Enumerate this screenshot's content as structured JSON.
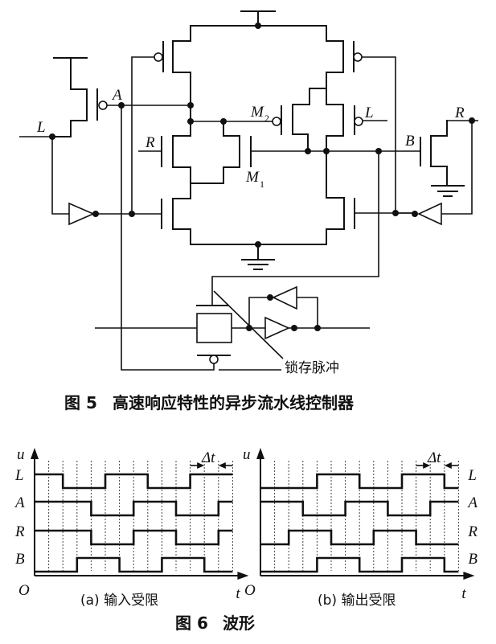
{
  "figure5": {
    "caption_number": "图 5",
    "caption_title": "高速响应特性的异步流水线控制器",
    "node_labels": {
      "L_in": "L",
      "A": "A",
      "R_gate": "R",
      "M2": "M",
      "M2_sub": "2",
      "L_gate": "L",
      "M1": "M",
      "M1_sub": "1",
      "B": "B",
      "R_in": "R"
    },
    "latch_label": "锁存脉冲",
    "components": [
      "pmos-L-pullup",
      "nmos-R-pulldown",
      "pmos-A-left",
      "pmos-B-right",
      "pmos-M2",
      "pmos-L",
      "nmos-R",
      "nmos-M1",
      "nmos-left-bottom",
      "nmos-right-bottom",
      "buffer-left",
      "buffer-right",
      "latch-transmission-gate",
      "latch-inverter-pair"
    ]
  },
  "figure6": {
    "caption_number": "图 6",
    "caption_title": "波形",
    "y_axis_label": "u",
    "x_axis_label": "t",
    "origin_label": "O",
    "delta_label": "Δt"
  },
  "chart_data": [
    {
      "type": "line",
      "title": "(a) 输入受限",
      "xlabel": "t",
      "ylabel": "u",
      "xlim": [
        0,
        14
      ],
      "grid": "vertical dotted, 1 unit",
      "signals": [
        {
          "name": "L",
          "initial": 1,
          "transitions": [
            2,
            5,
            8,
            11
          ]
        },
        {
          "name": "A",
          "initial": 1,
          "transitions": [
            4,
            7,
            10,
            13
          ]
        },
        {
          "name": "R",
          "initial": 1,
          "transitions": [
            4,
            7,
            10,
            13
          ]
        },
        {
          "name": "B",
          "initial": 0,
          "transitions": [
            3,
            6,
            9,
            12
          ]
        }
      ],
      "delta_t": [
        [
          11,
          12
        ],
        [
          13,
          14
        ]
      ],
      "signal_labels_side": "left"
    },
    {
      "type": "line",
      "title": "(b) 输出受限",
      "xlabel": "t",
      "ylabel": "u",
      "xlim": [
        0,
        14
      ],
      "grid": "vertical dotted, 1 unit",
      "signals": [
        {
          "name": "L",
          "initial": 0,
          "transitions": [
            4,
            7,
            10,
            13
          ]
        },
        {
          "name": "A",
          "initial": 1,
          "transitions": [
            3,
            6,
            9,
            12
          ]
        },
        {
          "name": "R",
          "initial": 0,
          "transitions": [
            2,
            5,
            8,
            11
          ]
        },
        {
          "name": "B",
          "initial": 0,
          "transitions": [
            4,
            7,
            10,
            13
          ]
        }
      ],
      "delta_t": [
        [
          11,
          12
        ],
        [
          13,
          14
        ]
      ],
      "signal_labels_side": "right"
    }
  ]
}
